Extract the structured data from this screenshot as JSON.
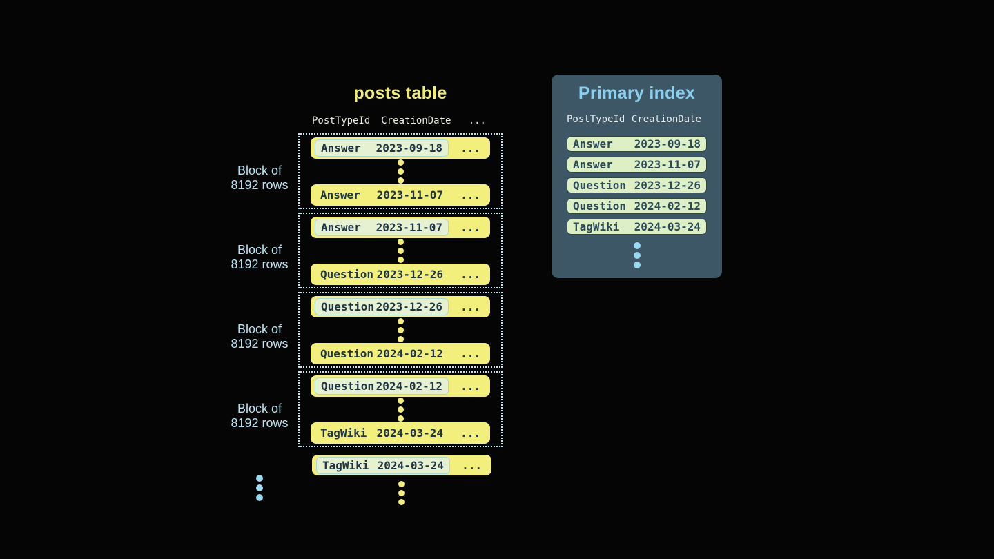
{
  "posts_table": {
    "title": "posts table",
    "columns": [
      "PostTypeId",
      "CreationDate",
      "..."
    ],
    "ellipsis": "...",
    "blocks": [
      {
        "label_line1": "Block of",
        "label_line2": "8192 rows",
        "first": {
          "type": "Answer",
          "date": "2023-09-18"
        },
        "last": {
          "type": "Answer",
          "date": "2023-11-07"
        }
      },
      {
        "label_line1": "Block of",
        "label_line2": "8192 rows",
        "first": {
          "type": "Answer",
          "date": "2023-11-07"
        },
        "last": {
          "type": "Question",
          "date": "2023-12-26"
        }
      },
      {
        "label_line1": "Block of",
        "label_line2": "8192 rows",
        "first": {
          "type": "Question",
          "date": "2023-12-26"
        },
        "last": {
          "type": "Question",
          "date": "2024-02-12"
        }
      },
      {
        "label_line1": "Block of",
        "label_line2": "8192 rows",
        "first": {
          "type": "Question",
          "date": "2024-02-12"
        },
        "last": {
          "type": "TagWiki",
          "date": "2024-03-24"
        }
      }
    ],
    "tail_row": {
      "type": "TagWiki",
      "date": "2024-03-24"
    }
  },
  "primary_index": {
    "title": "Primary index",
    "columns": [
      "PostTypeId",
      "CreationDate"
    ],
    "rows": [
      {
        "type": "Answer",
        "date": "2023-09-18"
      },
      {
        "type": "Answer",
        "date": "2023-11-07"
      },
      {
        "type": "Question",
        "date": "2023-12-26"
      },
      {
        "type": "Question",
        "date": "2024-02-12"
      },
      {
        "type": "TagWiki",
        "date": "2024-03-24"
      }
    ]
  },
  "colors": {
    "background": "#050505",
    "row_yellow": "#f3ef7d",
    "title_yellow": "#f0ec79",
    "highlight_cell_green": "#e6f1d2",
    "highlight_cell_border_blue": "#a6d9e6",
    "row_text_navy": "#1f3547",
    "block_border_dotted_blue": "#bde6f2",
    "block_label_blue": "#b8e2f0",
    "panel_background_slate": "#3d5766",
    "panel_title_blue": "#8ad0ee",
    "index_pill_green": "#ddefc5",
    "index_pill_border": "#2b4450",
    "blue_dot": "#7ec9e6"
  }
}
